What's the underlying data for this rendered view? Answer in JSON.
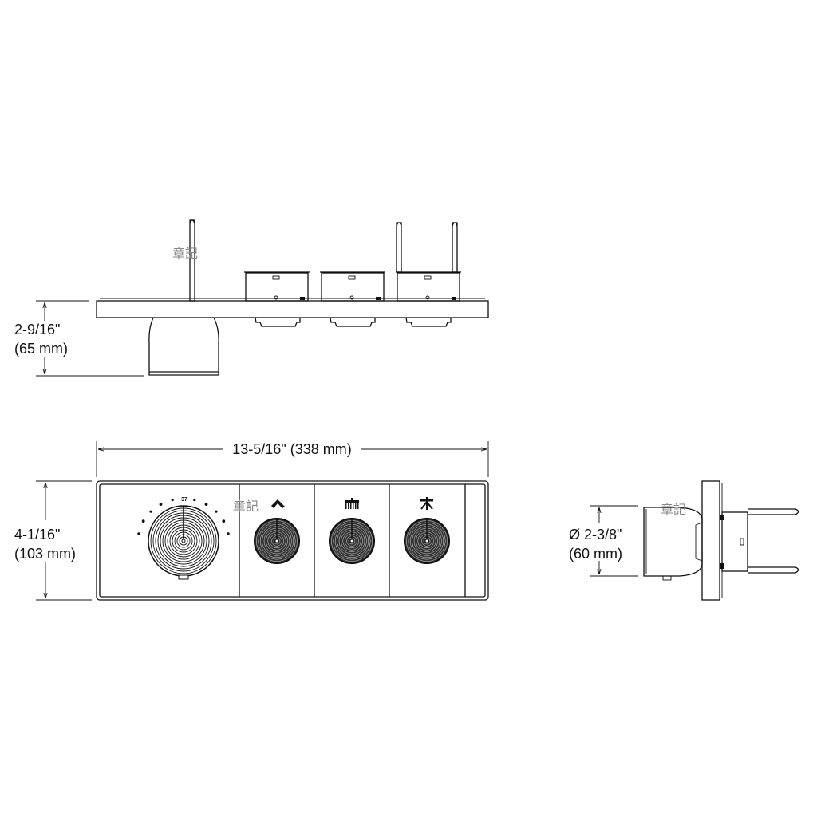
{
  "side_view": {
    "height_in": "2-9/16\"",
    "height_mm": "(65 mm)"
  },
  "front_view": {
    "width_label": "13-5/16\" (338 mm)",
    "height_in": "4-1/16\"",
    "height_mm": "(103 mm)",
    "temperature_mark": "37",
    "outlet_icons": [
      "tub-spout-icon",
      "showerhead-icon",
      "handshower-icon"
    ]
  },
  "end_view": {
    "diameter_in": "Ø 2-3/8\"",
    "diameter_mm": "(60 mm)"
  },
  "watermark": "章記"
}
